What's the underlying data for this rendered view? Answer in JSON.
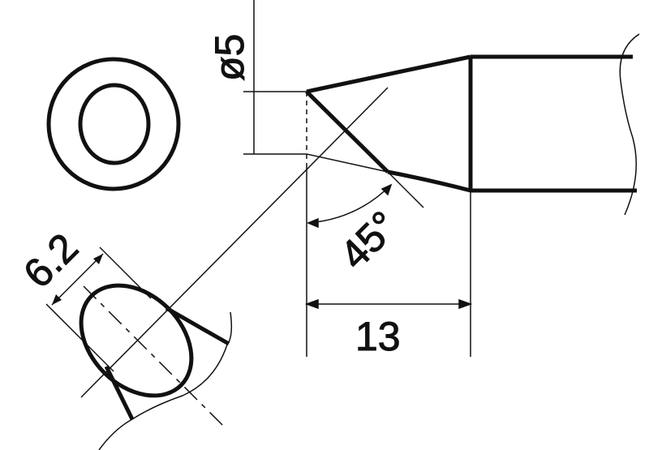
{
  "dimensions": {
    "diameter_label": "ø5",
    "angle_label": "45°",
    "length_label": "13",
    "face_width_label": "6.2"
  },
  "colors": {
    "line": "#111111",
    "background": "#ffffff"
  }
}
